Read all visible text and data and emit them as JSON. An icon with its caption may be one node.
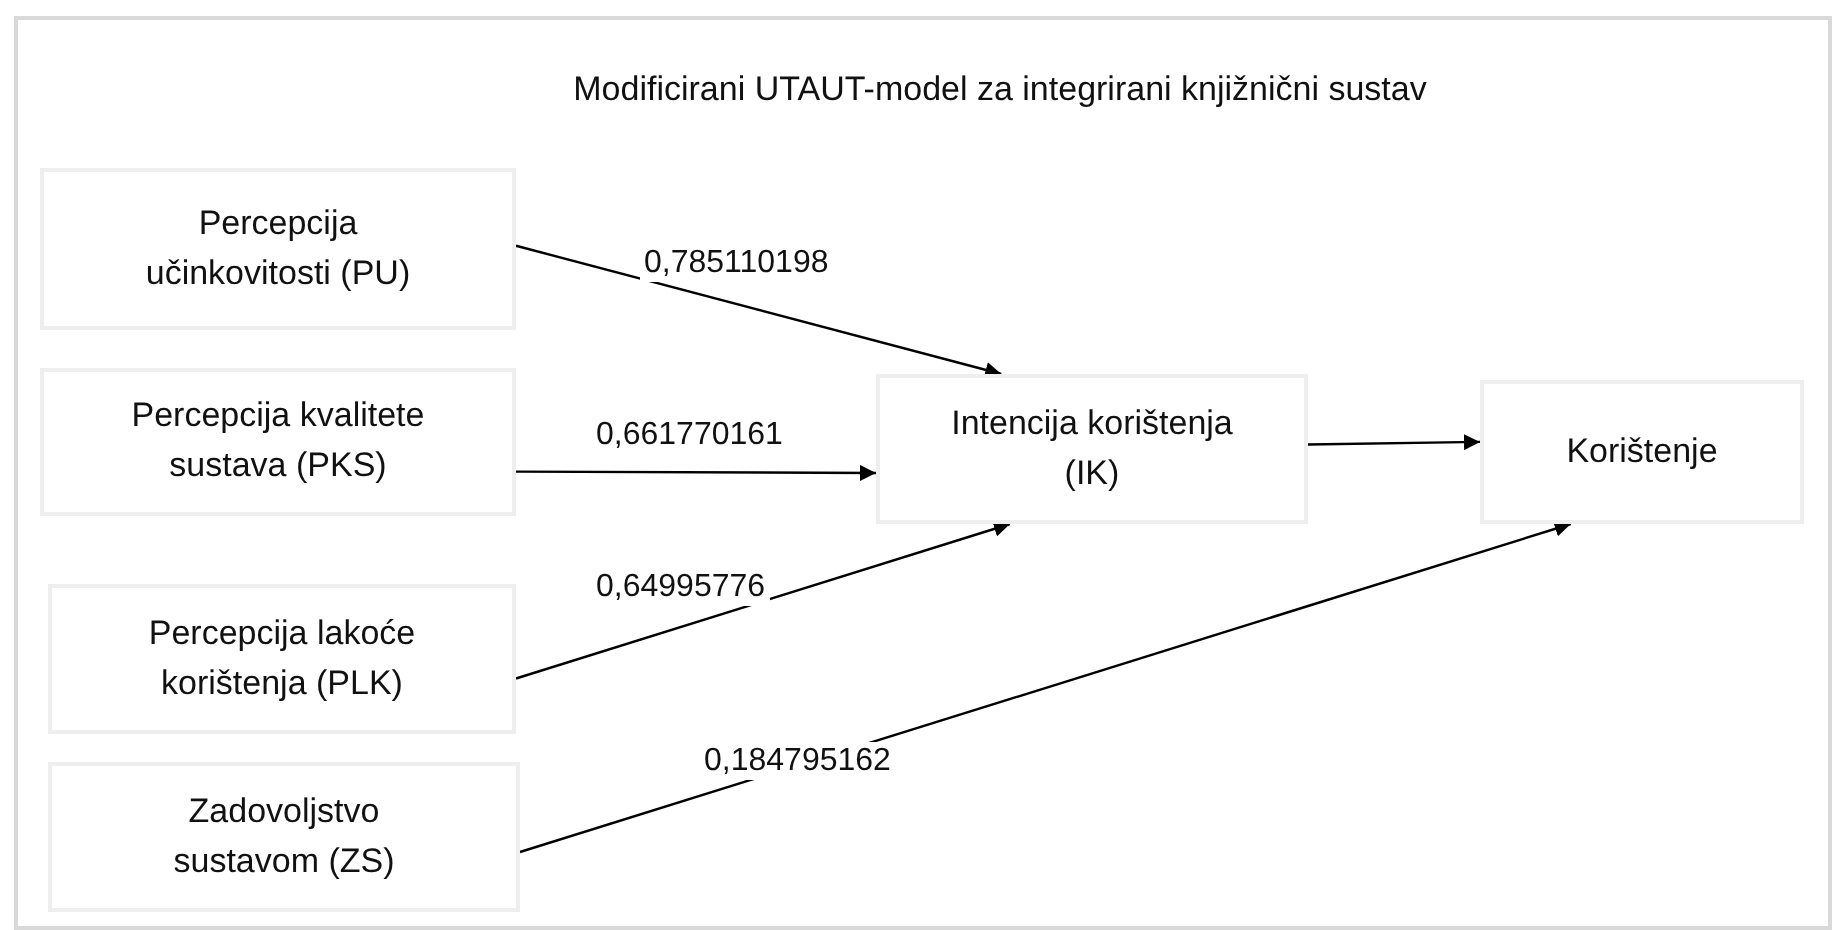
{
  "diagram": {
    "title": "Modificirani UTAUT-model za integrirani knjižnični sustav",
    "nodes": [
      {
        "text": [
          "Percepcija učinkovitosti (PU)"
        ]
      },
      {
        "text": [
          "Percepcija kvalitete sustava (PKS)"
        ]
      },
      {
        "text": [
          "Percepcija lakoće korištenja (PLK)"
        ]
      },
      {
        "text": [
          "Zadovoljstvo sustavom (ZS)"
        ]
      },
      {
        "text": [
          "Intencija korištenja (IK)"
        ]
      },
      {
        "text": [
          "Korištenje"
        ]
      }
    ],
    "edges": [
      {
        "from": 0,
        "to": 4,
        "label": "0,785110198",
        "arrow": "to"
      },
      {
        "from": 1,
        "to": 4,
        "label": "0,661770161",
        "arrow": "to"
      },
      {
        "from": 2,
        "to": 4,
        "label": "0,64995776",
        "arrow": "to"
      },
      {
        "from": 3,
        "to": 5,
        "label": "0,184795162",
        "arrow": "to"
      },
      {
        "from": 4,
        "to": 5,
        "arrow": "to"
      }
    ]
  }
}
